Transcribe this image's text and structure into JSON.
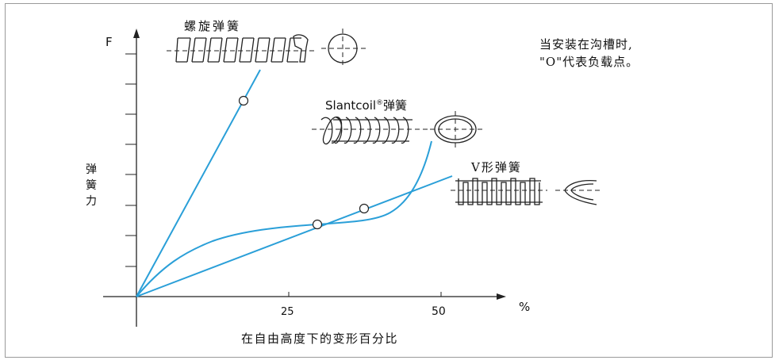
{
  "y_axis": {
    "letter": "F",
    "label": [
      "弹",
      "簧",
      "力"
    ]
  },
  "x_axis": {
    "unit": "%",
    "ticks": [
      "25",
      "50"
    ],
    "caption": "在自由高度下的变形百分比"
  },
  "springs": {
    "helical": "螺旋弹簧",
    "slantcoil": {
      "name": "Slantcoil",
      "reg": "®",
      "suffix": "弹簧"
    },
    "v_spring": "V形弹簧"
  },
  "note": {
    "line1": "当安装在沟槽时,",
    "line2": "\"O\"代表负载点。"
  },
  "colors": {
    "curve": "#2a9fd8",
    "ink": "#222222"
  }
}
